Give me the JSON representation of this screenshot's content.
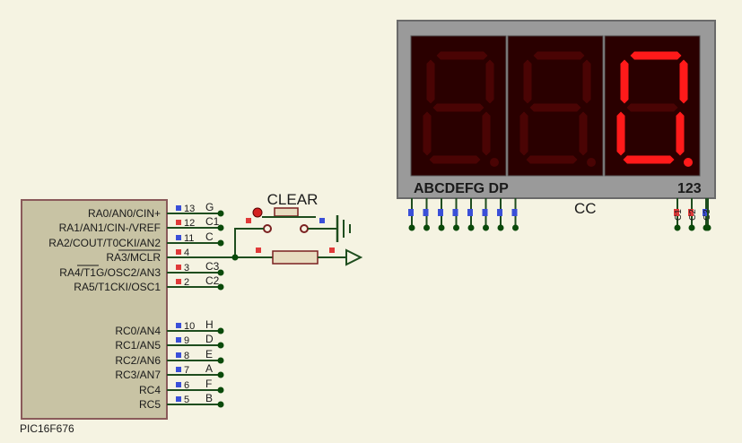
{
  "mcu": {
    "part": "PIC16F676",
    "pins": [
      {
        "func": "RA0/AN0/CIN+",
        "num": "13",
        "net": "G",
        "color": "#3a4fd8"
      },
      {
        "func": "RA1/AN1/CIN-/VREF",
        "num": "12",
        "net": "C1",
        "color": "#e03a3a"
      },
      {
        "func": "RA2/COUT/T0CKI/AN2",
        "num": "11",
        "net": "C",
        "color": "#3a4fd8"
      },
      {
        "func": "RA3/MCLR",
        "num": "4",
        "net": "",
        "color": "#e03a3a"
      },
      {
        "func": "RA4/T1G/OSC2/AN3",
        "num": "3",
        "net": "C3",
        "color": "#e03a3a"
      },
      {
        "func": "RA5/T1CKI/OSC1",
        "num": "2",
        "net": "C2",
        "color": "#e03a3a"
      },
      {
        "func": "RC0/AN4",
        "num": "10",
        "net": "H",
        "color": "#3a4fd8"
      },
      {
        "func": "RC1/AN5",
        "num": "9",
        "net": "D",
        "color": "#3a4fd8"
      },
      {
        "func": "RC2/AN6",
        "num": "8",
        "net": "E",
        "color": "#3a4fd8"
      },
      {
        "func": "RC3/AN7",
        "num": "7",
        "net": "A",
        "color": "#3a4fd8"
      },
      {
        "func": "RC4",
        "num": "6",
        "net": "F",
        "color": "#3a4fd8"
      },
      {
        "func": "RC5",
        "num": "5",
        "net": "B",
        "color": "#3a4fd8"
      }
    ]
  },
  "button": {
    "label": "CLEAR"
  },
  "display": {
    "segment_label": "ABCDEFG DP",
    "digit_label": "123",
    "common_label": "CC",
    "digits": [
      {
        "segments": [],
        "dp": false
      },
      {
        "segments": [],
        "dp": false
      },
      {
        "segments": [
          "a",
          "b",
          "c",
          "d",
          "e",
          "f"
        ],
        "dp": true
      }
    ],
    "colors": {
      "on": "#ff1a1a",
      "off": "#4a0404",
      "bezel": "#9a9a9a",
      "face": "#2a0000"
    },
    "seg_pins": [
      {
        "color": "#3a4fd8"
      },
      {
        "color": "#3a4fd8"
      },
      {
        "color": "#3a4fd8"
      },
      {
        "color": "#3a4fd8"
      },
      {
        "color": "#3a4fd8"
      },
      {
        "color": "#3a4fd8"
      },
      {
        "color": "#3a4fd8"
      },
      {
        "color": "#3a4fd8"
      }
    ],
    "common_pins": [
      {
        "name": "C1",
        "color": "#e03a3a"
      },
      {
        "name": "C2",
        "color": "#e03a3a"
      },
      {
        "name": "C3",
        "color": "#3a4fd8"
      }
    ]
  },
  "colors": {
    "wire": "#1e4d1e",
    "node": "#0a4a0a",
    "ic_fill": "#c8c3a4",
    "ic_stroke": "#8a5a5a",
    "resistor_fill": "#e8dcc0",
    "pin_red": "#e03a3a"
  }
}
